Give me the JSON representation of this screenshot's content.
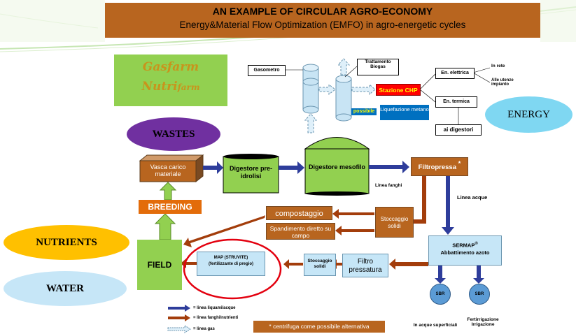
{
  "header": {
    "title": "AN EXAMPLE OF CIRCULAR AGRO-ECONOMY",
    "subtitle": "Energy&Material Flow Optimization (EMFO) in agro-energetic cycles"
  },
  "logo": {
    "line1_main": "Gasfarm",
    "line2_main": "Nutri",
    "line2_small": "farm"
  },
  "ellipses": {
    "wastes": "WASTES",
    "energy": "ENERGY",
    "nutrients": "NUTRIENTS",
    "water": "WATER"
  },
  "nodes": {
    "gasometro": "Gasometro",
    "trattamento": "Trattamento Biogas",
    "stazione_chp": "Stazione CHP",
    "possibile": "possibile",
    "liquefazione": "Liquefazione metano",
    "en_elettrica": "En. elettrica",
    "in_rete": "In rete",
    "alle_utenze": "Alle utenze impianto",
    "en_termica": "En. termica",
    "ai_digestori": "ai digestori",
    "vasca": "Vasca carico materiale",
    "digestore_pre": "Digestore pre-idrolisi",
    "digestore_meso": "Digestore mesofilo",
    "filtropressa": "Filtropressa",
    "asterisk": "*",
    "linea_fanghi": "Linea fanghi",
    "linea_acque": "Linea acque",
    "breeding": "BREEDING",
    "compostaggio": "compostaggio",
    "spandimento": "Spandimento diretto su campo",
    "stoccaggio_solidi_top": "Stoccaggio solidi",
    "field": "FIELD",
    "map_line1": "MAP (STRUVITE)",
    "map_line2": "(fertilizzante di pregio)",
    "stoccaggio_solidi_bottom": "Stoccaggio solidi",
    "filtro_pressatura": "Filtro pressatura",
    "sermap_line1": "SERMAP",
    "sermap_sup": "®",
    "sermap_line2": "Abbattimento azoto",
    "sbr": "SBR",
    "in_acque": "In acque superficiali",
    "fertirrigazione": "Fertirrigazione Irrigazione"
  },
  "legend": {
    "blue": "= linea liquami/acque",
    "brown": "= linea fanghi/nutrienti",
    "gas": "= linea gas"
  },
  "note": "* centrifuga come possibile alternativa",
  "colors": {
    "title_bg": "#b8651f",
    "green": "#92d050",
    "brown": "#b8651f",
    "blue_arrow": "#2e3d9b",
    "brown_arrow": "#a33d0b",
    "red": "#ff0000",
    "orange": "#e36c0a",
    "purple": "#7030a0",
    "sky": "#c6e6f7",
    "gold": "#ffc000"
  }
}
